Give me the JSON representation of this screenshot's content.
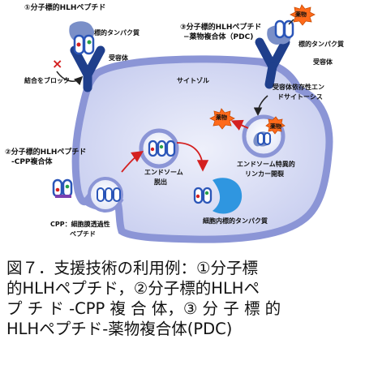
{
  "diagram": {
    "labels": {
      "top_left_title": "①分子標的HLHペプチド",
      "target_protein_left": "標的タンパク質",
      "receptor_left": "受容体",
      "binding_block": "結合をブロック",
      "cytosol": "サイトゾル",
      "top_right_title_line1": "③分子標的HLHペプチド",
      "top_right_title_line2": "−薬物複合体（PDC)",
      "drug_top": "薬物",
      "target_protein_right": "標的タンパク質",
      "receptor_right": "受容体",
      "endocytosis_line1": "受容体依存性エン",
      "endocytosis_line2": "ドサイトーシス",
      "drug_left": "薬物",
      "drug_vesicle": "薬物",
      "linker_line1": "エンドソーム特異的",
      "linker_line2": "リンカー開裂",
      "left_mid_title_line1": "②分子標的HLHペプチド",
      "left_mid_title_line2": "-CPP複合体",
      "endosome_escape_line1": "エンドソーム",
      "endosome_escape_line2": "脱出",
      "intracellular_target": "細胞内標的タンパク質",
      "cpp_line1": "CPP：細胞膜透過性",
      "cpp_line2": "ペプチド"
    },
    "colors": {
      "cell_fill": "#d6dcf2",
      "membrane": "#8b95d6",
      "peptide_blue": "#2a55b8",
      "receptor": "#1f3f8c",
      "drug": "#ff6a1a",
      "arrow_red": "#d42020",
      "target_protein": "#7a8fc8"
    }
  },
  "caption": {
    "line1": "図７．支援技術の利用例：①分子標",
    "line2": "的HLHペプチド，②分子標的HLHペ",
    "line3": "プ チ ド -CPP 複 合 体，③ 分 子 標 的",
    "line4": "HLHペプチド-薬物複合体(PDC)"
  }
}
